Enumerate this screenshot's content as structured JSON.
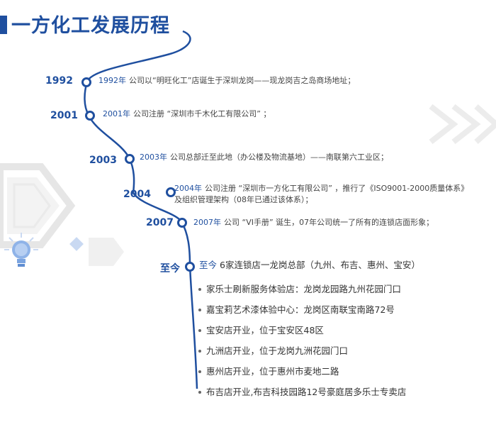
{
  "header": {
    "title": "一方化工发展历程"
  },
  "timeline": [
    {
      "year": "1992",
      "entry_year": "1992年",
      "text": "公司以“明旺化工”店诞生于深圳龙岗——现龙岗吉之岛商场地址；"
    },
    {
      "year": "2001",
      "entry_year": "2001年",
      "text": "公司注册 “深圳市千木化工有限公司” ；"
    },
    {
      "year": "2003",
      "entry_year": "2003年",
      "text": "公司总部迁至此地（办公楼及物流基地）——南联第六工业区；"
    },
    {
      "year": "2004",
      "entry_year": "2004年",
      "text": "公司注册 “深圳市一方化工有限公司” ，推行了《ISO9001-2000质量体系》",
      "text2": "及组织管理架构（08年已通过该体系）；"
    },
    {
      "year": "2007",
      "entry_year": "2007年",
      "text": "公司 “VI手册” 诞生，07年公司统一了所有的连锁店面形象；"
    },
    {
      "year": "至今",
      "entry_year": "至今",
      "text": "6家连锁店一龙岗总部（九州、布吉、惠州、宝安）"
    }
  ],
  "stores": [
    "家乐士刷新服务体验店：龙岗龙园路九州花园门口",
    "嘉宝莉艺术漆体验中心：龙岗区南联宝南路72号",
    "宝安店开业，位于宝安区48区",
    "九洲店开业，位于龙岗九洲花园门口",
    "惠州店开业，位于惠州市麦地二路",
    "布吉店开业,布吉科技园路12号豪庭居多乐士专卖店"
  ],
  "colors": {
    "accent": "#1f4f9f",
    "decor": "#e6e6e6",
    "bulb": "#7ba4e0"
  },
  "icons": [
    "lightbulb-icon"
  ]
}
